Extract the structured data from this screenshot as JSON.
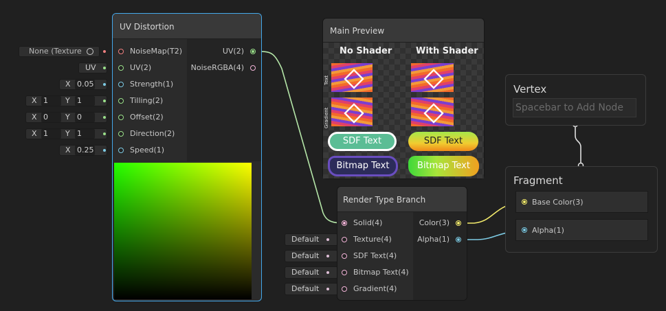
{
  "uv_node": {
    "title": "UV Distortion",
    "inputs": [
      {
        "label": "NoiseMap(T2)",
        "color": "#f08080"
      },
      {
        "label": "UV(2)",
        "color": "#9ae08a"
      },
      {
        "label": "Strength(1)",
        "color": "#7dcbe4"
      },
      {
        "label": "Tilling(2)",
        "color": "#9ae08a"
      },
      {
        "label": "Offset(2)",
        "color": "#9ae08a"
      },
      {
        "label": "Direction(2)",
        "color": "#9ae08a"
      },
      {
        "label": "Speed(1)",
        "color": "#7dcbe4"
      }
    ],
    "outputs": [
      {
        "label": "UV(2)",
        "color": "#9ae08a"
      },
      {
        "label": "NoiseRGBA(4)",
        "color": "#f2b4d8"
      }
    ],
    "fields": {
      "noise_map": "None (Texture",
      "uv": "UV",
      "strength_x": "0.05",
      "tilling_x": "1",
      "tilling_y": "1",
      "offset_x": "0",
      "offset_y": "0",
      "direction_x": "1",
      "direction_y": "1",
      "speed_x": "0.25",
      "axis_x": "X",
      "axis_y": "Y"
    }
  },
  "main_preview": {
    "title": "Main Preview",
    "col_no_shader": "No Shader",
    "col_with_shader": "With Shader",
    "sdf_text": "SDF Text",
    "bitmap_text": "Bitmap Text",
    "side_label_1": "Text",
    "side_label_2": "Gradient"
  },
  "render_branch": {
    "title": "Render Type Branch",
    "inputs": [
      {
        "label": "Solid(4)",
        "default": ""
      },
      {
        "label": "Texture(4)",
        "default": "Default"
      },
      {
        "label": "SDF Text(4)",
        "default": "Default"
      },
      {
        "label": "Bitmap Text(4)",
        "default": "Default"
      },
      {
        "label": "Gradient(4)",
        "default": "Default"
      }
    ],
    "outputs": [
      {
        "label": "Color(3)",
        "color": "#f4ec6c"
      },
      {
        "label": "Alpha(1)",
        "color": "#7dcbe4"
      }
    ],
    "input_color": "#f2b4d8"
  },
  "vertex": {
    "title": "Vertex",
    "placeholder": "Spacebar to Add Node"
  },
  "fragment": {
    "title": "Fragment",
    "slots": [
      {
        "label": "Base Color(3)",
        "color": "#f4ec6c"
      },
      {
        "label": "Alpha(1)",
        "color": "#7dcbe4"
      }
    ]
  },
  "colors": {
    "selection": "#44a9ec",
    "vector2": "#9ae08a",
    "float": "#7dcbe4",
    "vector4": "#f2b4d8",
    "vector3": "#f4ec6c",
    "texture": "#f08080"
  }
}
